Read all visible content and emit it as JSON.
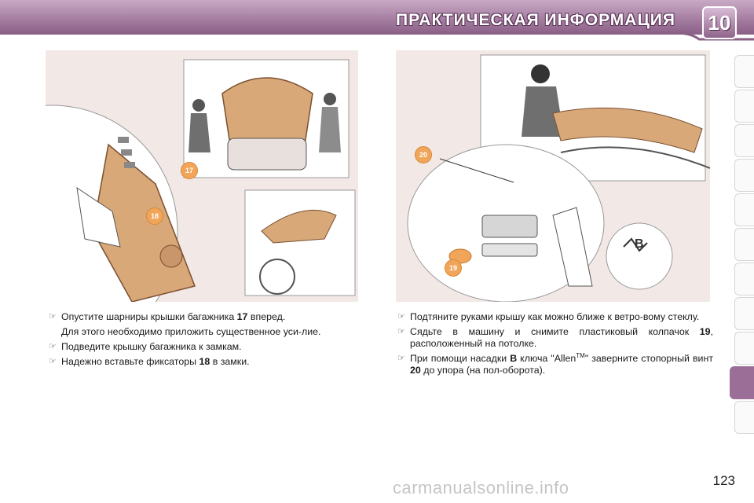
{
  "header": {
    "title": "ПРАКТИЧЕСКАЯ ИНФОРМАЦИЯ",
    "chapter": "10"
  },
  "figures": {
    "left_callouts": [
      "17",
      "18"
    ],
    "right_callouts": [
      "20",
      "19",
      "B"
    ]
  },
  "left_column": {
    "step1_pre": "Опустите шарниры крышки багажника ",
    "step1_num": "17",
    "step1_post": " вперед.",
    "step1_note": "Для этого необходимо приложить существенное уси-лие.",
    "step2": "Подведите крышку багажника к замкам.",
    "step3_pre": "Надежно вставьте фиксаторы ",
    "step3_num": "18",
    "step3_post": " в замки."
  },
  "right_column": {
    "step1": "Подтяните руками крышу как можно ближе к ветро-вому стеклу.",
    "step2_pre": "Сядьте в машину и снимите пластиковый колпачок ",
    "step2_num": "19",
    "step2_post": ", расположенный на потолке.",
    "step3_pre": "При помощи насадки ",
    "step3_key": "B",
    "step3_mid": " ключа \"Allen",
    "step3_tm": "TM",
    "step3_mid2": "\" заверните стопорный винт ",
    "step3_num": "20",
    "step3_post": " до упора (на пол-оборота)."
  },
  "bullet_icon": "pointing-hand-icon",
  "page_number": "123",
  "watermark": "carmanualsonline.info",
  "colors": {
    "header": "#a27a9e",
    "accent": "#9a6e96",
    "callout": "#f0a55a",
    "illustration_bg": "#f2e8e6"
  }
}
